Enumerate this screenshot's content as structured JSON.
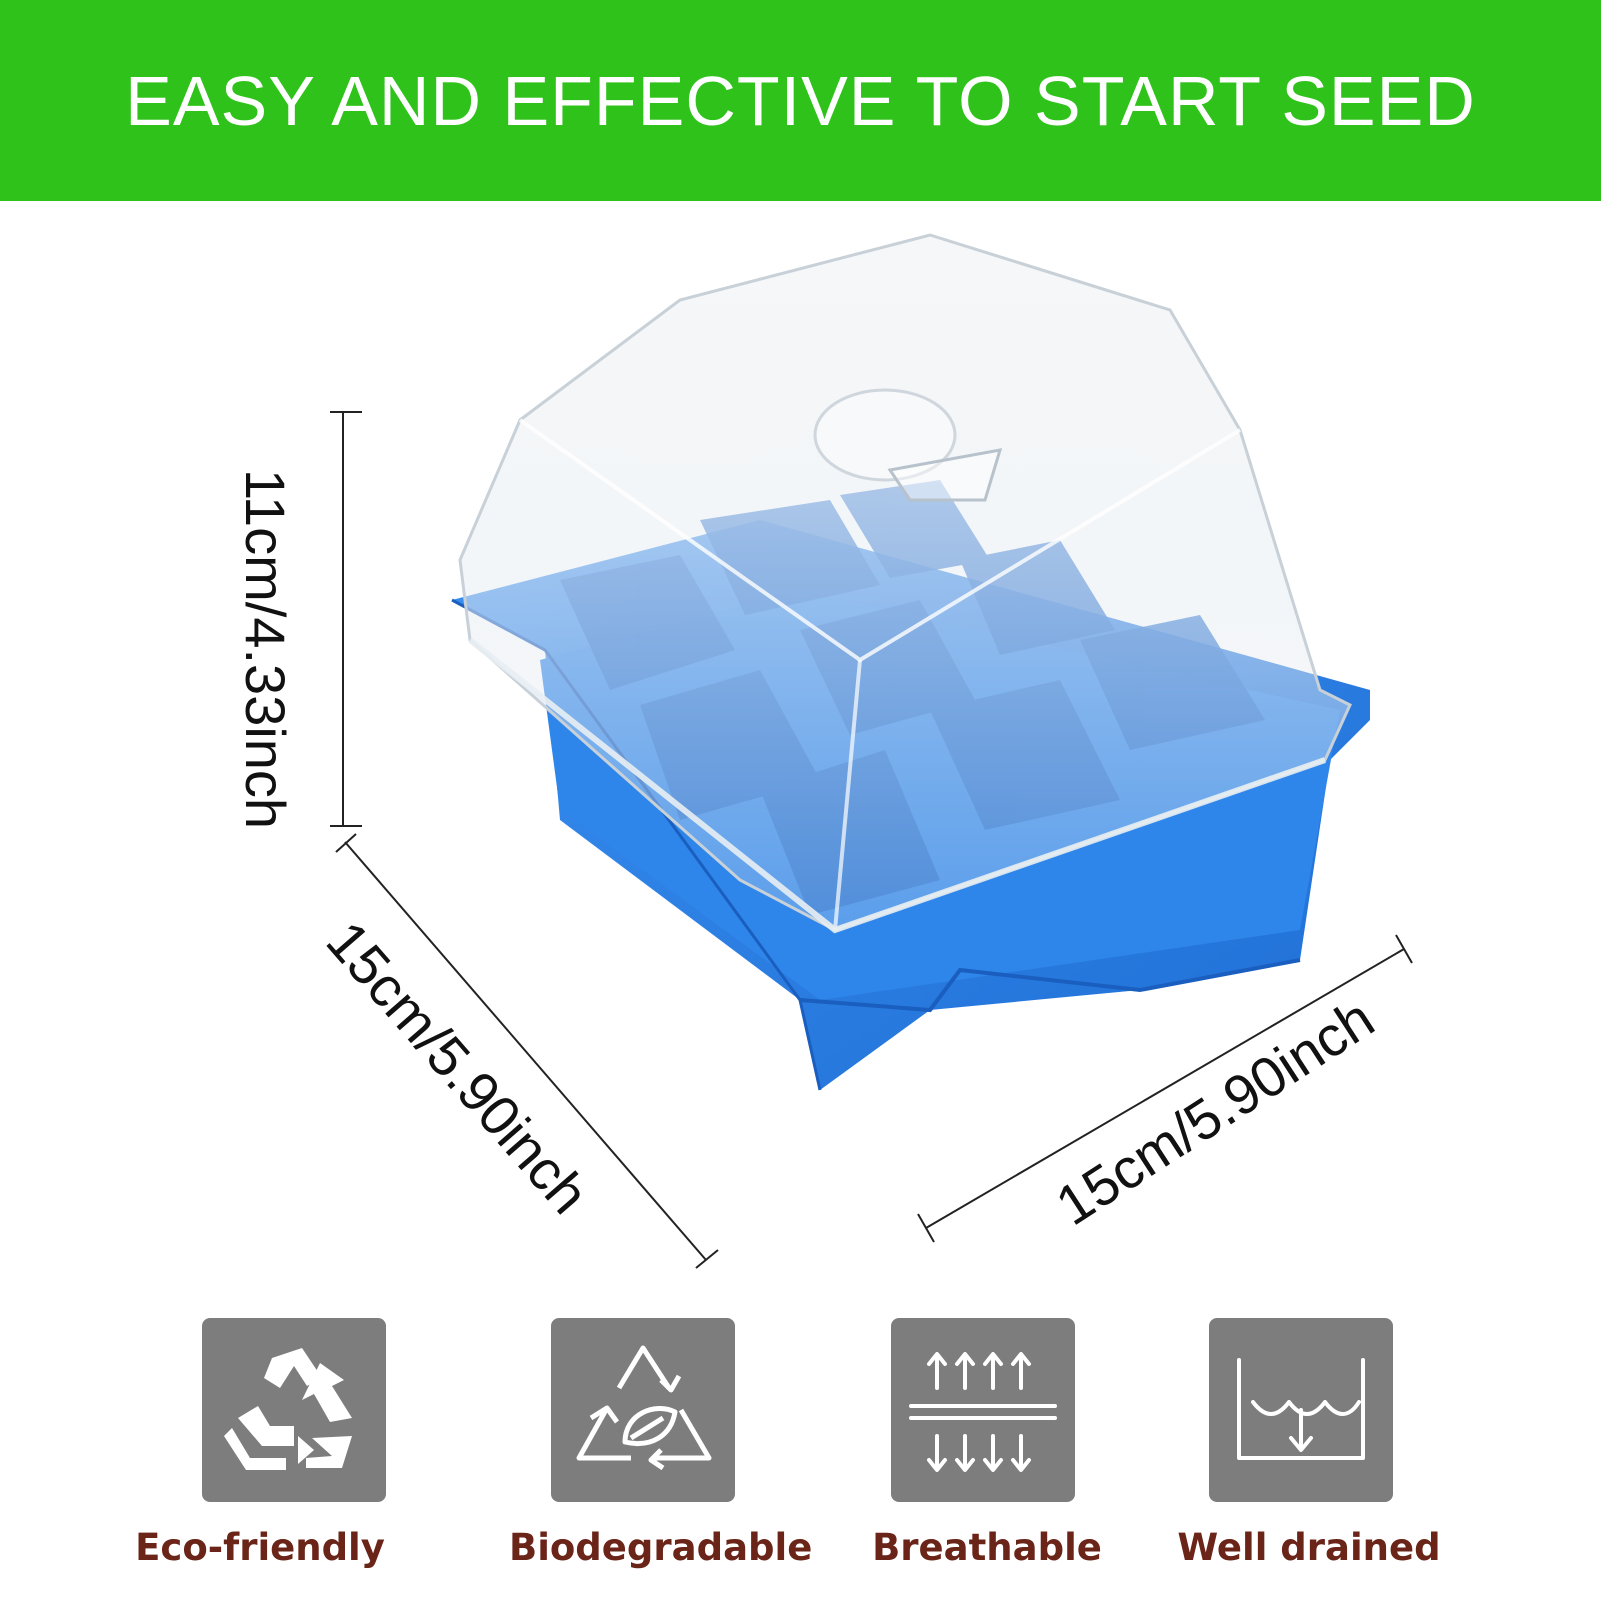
{
  "banner": {
    "title": "EASY AND EFFECTIVE TO START SEED",
    "color": "#2fc21b"
  },
  "dimensions": {
    "height": "11cm/4.33inch",
    "depth": "15cm/5.90inch",
    "width": "15cm/5.90inch"
  },
  "product": {
    "tray_color": "#2a7de0",
    "lid": "clear-dome-lid"
  },
  "features": [
    {
      "label": "Eco-friendly",
      "icon": "recycle-icon"
    },
    {
      "label": "Biodegradable",
      "icon": "biodegradable-leaf-icon"
    },
    {
      "label": "Breathable",
      "icon": "breathable-arrows-icon"
    },
    {
      "label": "Well drained",
      "icon": "drainage-icon"
    }
  ],
  "colors": {
    "tile": "#7d7d7d",
    "label": "#6a2418"
  }
}
